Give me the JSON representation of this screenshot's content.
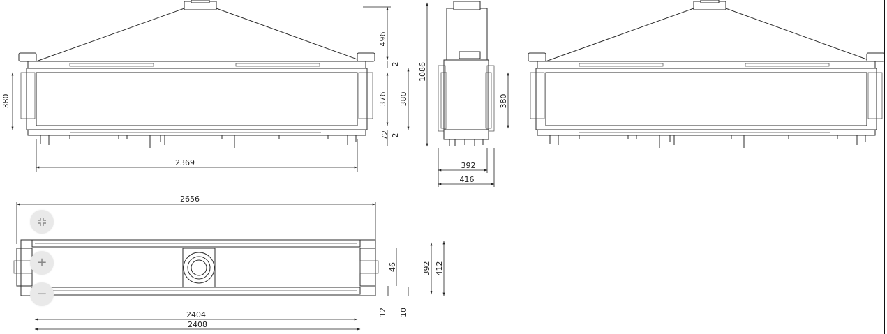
{
  "controls": {
    "fit_icon": "compress-icon",
    "zoom_in_glyph": "+",
    "zoom_out_glyph": "−"
  },
  "dimensions": {
    "front_height_496": "496",
    "front_gap_top_2": "2",
    "front_height_376": "376",
    "front_height_380_right": "380",
    "front_gap_bottom_2": "2",
    "front_base_72": "72",
    "front_height_380_left": "380",
    "front_width_2369": "2369",
    "side_total_height_1086": "1086",
    "side_height_380": "380",
    "side_width_392": "392",
    "side_width_416": "416",
    "top_width_2656": "2656",
    "top_depth_392": "392",
    "top_depth_412": "412",
    "top_offset_46": "46",
    "top_offset_12": "12",
    "top_offset_10": "10",
    "top_width_2404": "2404",
    "top_width_2408": "2408"
  },
  "colors": {
    "line": "#2b2b2b",
    "button_bg": "#e9e9e9",
    "button_icon": "#888888"
  }
}
